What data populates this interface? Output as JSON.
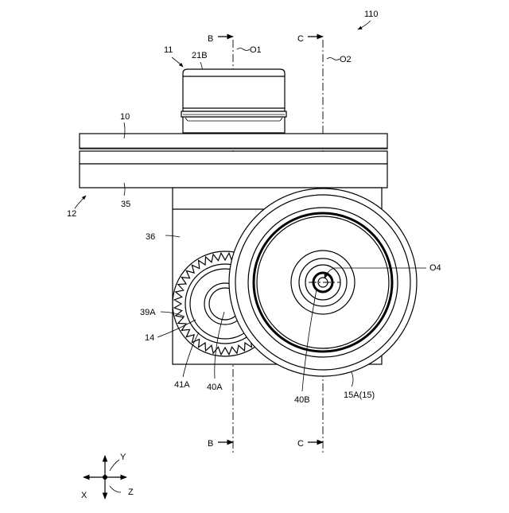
{
  "labels": {
    "fig_ref": "110",
    "section_b_top": "B",
    "section_c_top": "C",
    "section_b_bottom": "B",
    "section_c_bottom": "C",
    "axis_o1": "O1",
    "axis_o2": "O2",
    "axis_o4": "O4",
    "ref_11": "11",
    "ref_21b": "21B",
    "ref_10": "10",
    "ref_12": "12",
    "ref_35": "35",
    "ref_36": "36",
    "ref_39a": "39A",
    "ref_14": "14",
    "ref_41a": "41A",
    "ref_40a": "40A",
    "ref_40b": "40B",
    "ref_15a": "15A(15)",
    "coord_y": "Y",
    "coord_x": "X",
    "coord_z": "Z"
  }
}
